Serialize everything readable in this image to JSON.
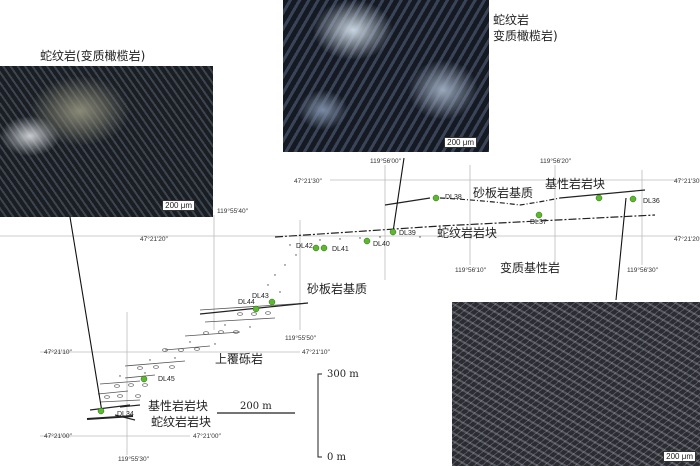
{
  "photos": {
    "left": {
      "caption": "蛇纹岩(变质橄榄岩)",
      "scale": "200 μm"
    },
    "top": {
      "caption_line1": "蛇纹岩",
      "caption_line2": "变质橄榄岩)",
      "scale": "200 μm"
    },
    "bottom_right": {
      "caption": "变质基性岩",
      "scale": "200 μm"
    }
  },
  "coords": {
    "lon_5530": "119°55′30″",
    "lon_5540": "119°55′40″",
    "lon_5550": "119°55′50″",
    "lon_5600": "119°56′00″",
    "lon_5610": "119°56′10″",
    "lon_5620": "119°56′20″",
    "lon_5630": "119°56′30″",
    "lat_2100": "47°21′00″",
    "lat_2110": "47°21′10″",
    "lat_2120": "47°21′20″",
    "lat_2130": "47°21′30″"
  },
  "units": {
    "sandstone_slate_matrix": "砂板岩基质",
    "mafic_block": "基性岩岩块",
    "serpentinite_block": "蛇纹岩岩块",
    "overlying_conglomerate": "上覆砾岩"
  },
  "sample_points": [
    "DL34",
    "DL36",
    "DL37",
    "DL38",
    "DL39",
    "DL40",
    "DL41",
    "DL42",
    "DL43",
    "DL44",
    "DL45"
  ],
  "scale_bars": {
    "horizontal": "200 m",
    "vertical_top": "300 m",
    "vertical_bottom": "0 m"
  },
  "colors": {
    "point": "#5cb82e",
    "grid": "#bbbbbb"
  }
}
